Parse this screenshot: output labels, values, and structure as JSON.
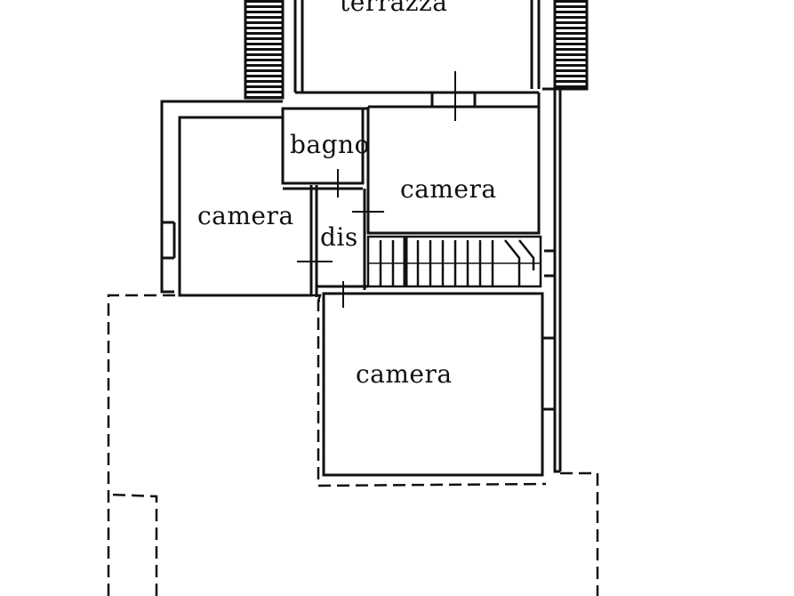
{
  "rooms": {
    "terrace": "terrazza",
    "bathroom": "bagno",
    "bedroom_left": "camera",
    "bedroom_right": "camera",
    "bedroom_bottom": "camera",
    "hallway": "dis"
  },
  "colors": {
    "ink": "#111111",
    "paper": "#ffffff"
  }
}
